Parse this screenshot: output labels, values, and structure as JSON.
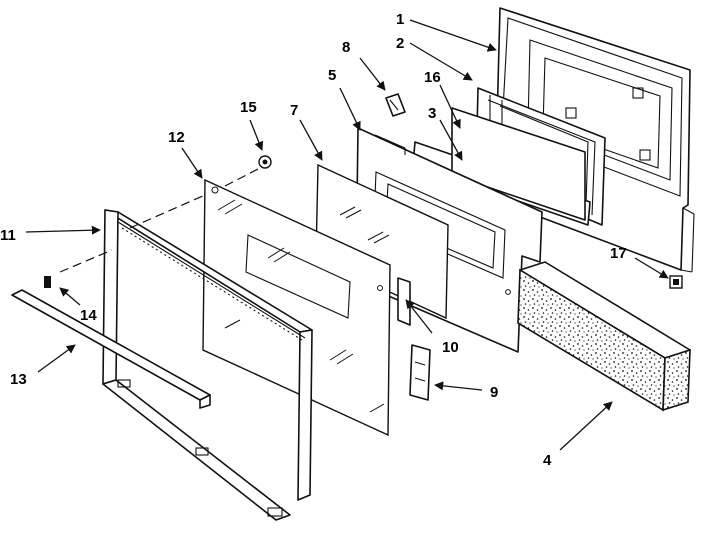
{
  "diagram": {
    "labels": {
      "p1": "1",
      "p2": "2",
      "p3": "3",
      "p4": "4",
      "p5": "5",
      "p7": "7",
      "p8": "8",
      "p9": "9",
      "p10": "10",
      "p11": "11",
      "p12": "12",
      "p13": "13",
      "p14": "14",
      "p15": "15",
      "p16": "16",
      "p17": "17"
    }
  }
}
